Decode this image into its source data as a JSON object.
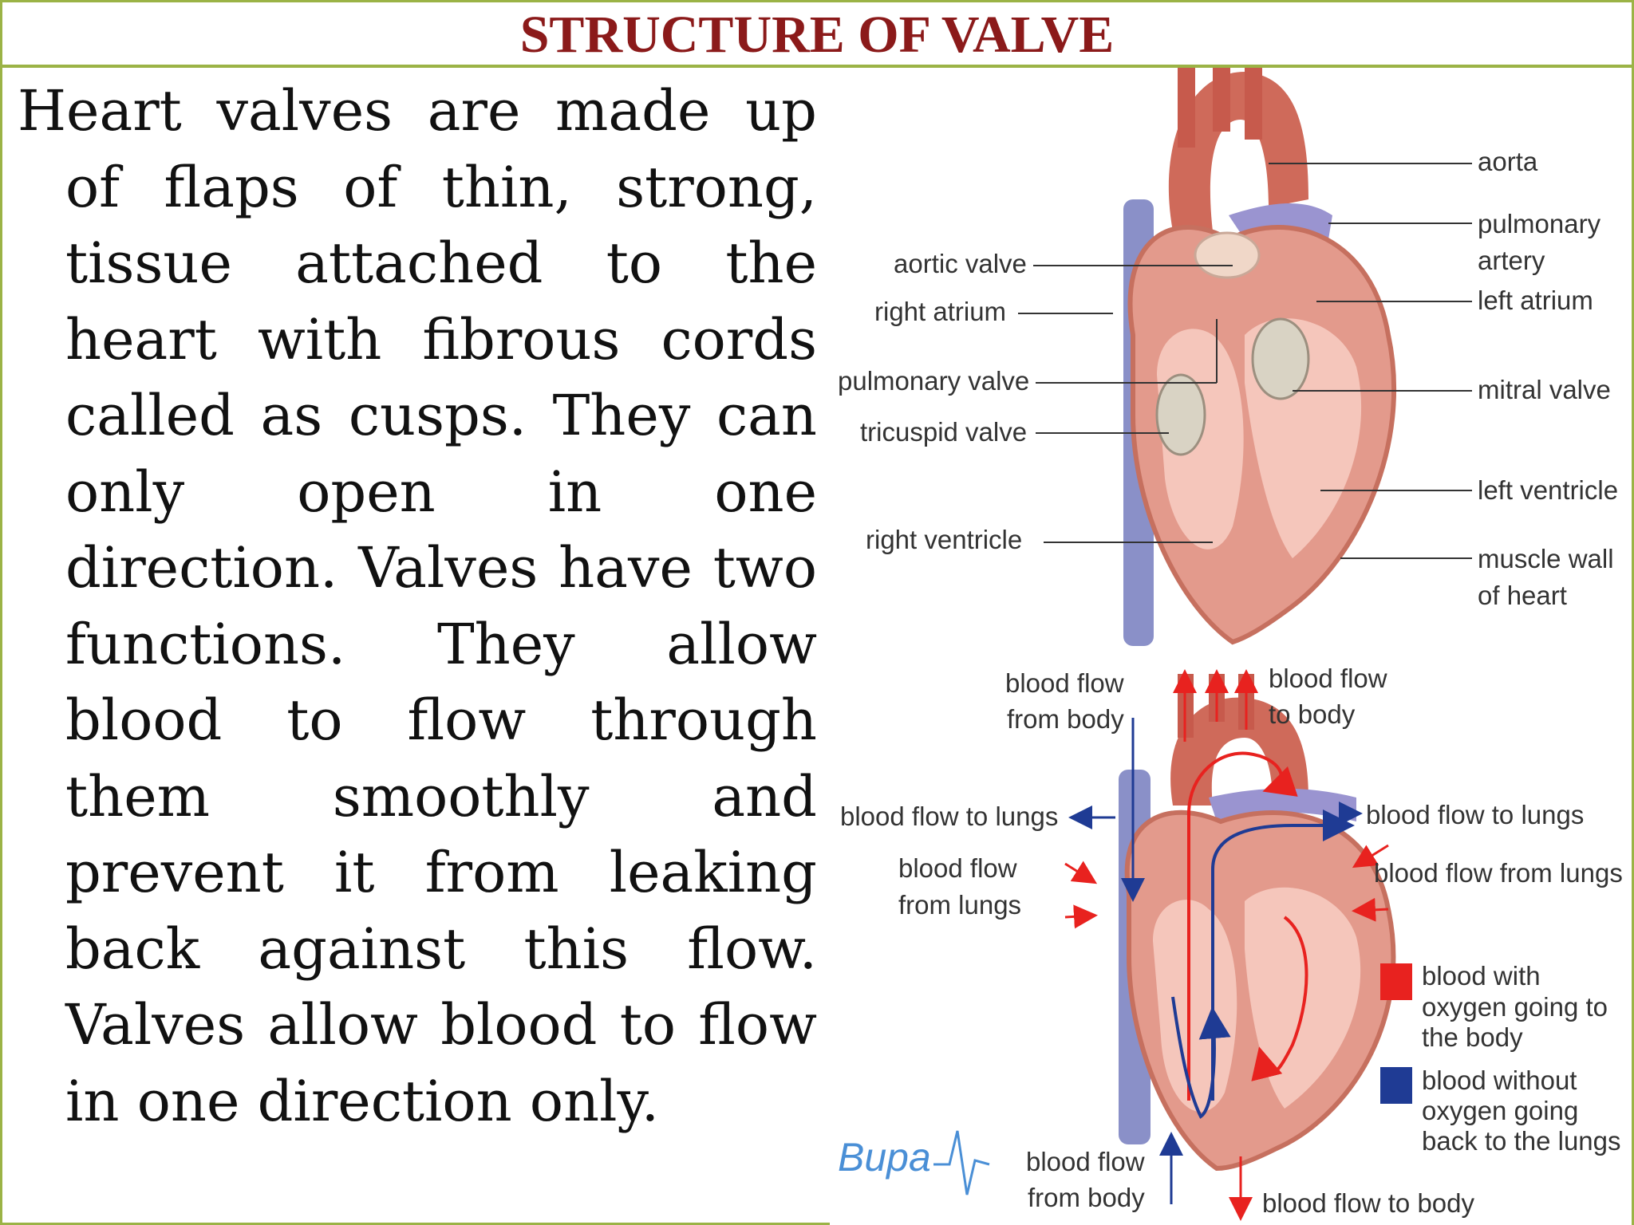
{
  "slide": {
    "title": "STRUCTURE OF VALVE",
    "body": "Heart valves are made up of flaps of thin, strong, tissue attached to the heart with fibrous cords called as cusps. They can only open in one direction. Valves have two functions. They allow blood to flow through them smoothly and prevent it from leaking back against this flow. Valves allow blood to flow in one direction only."
  },
  "diagram_top": {
    "labels": {
      "aorta": "aorta",
      "pulmonary_artery_1": "pulmonary",
      "pulmonary_artery_2": "artery",
      "left_atrium": "left atrium",
      "mitral_valve": "mitral valve",
      "left_ventricle": "left ventricle",
      "muscle_wall_1": "muscle wall",
      "muscle_wall_2": "of heart",
      "aortic_valve": "aortic valve",
      "right_atrium": "right atrium",
      "pulmonary_valve": "pulmonary valve",
      "tricuspid_valve": "tricuspid valve",
      "right_ventricle": "right ventricle"
    }
  },
  "diagram_bottom": {
    "labels": {
      "from_body_top_1": "blood flow",
      "from_body_top_2": "from body",
      "to_body_top_1": "blood flow",
      "to_body_top_2": "to body",
      "to_lungs_left": "blood flow to lungs",
      "to_lungs_right": "blood flow to lungs",
      "from_lungs_left_1": "blood flow",
      "from_lungs_left_2": "from lungs",
      "from_lungs_right": "blood flow from lungs",
      "from_body_bottom_1": "blood flow",
      "from_body_bottom_2": "from body",
      "to_body_bottom": "blood flow to body"
    },
    "legend": [
      {
        "color": "#e8221f",
        "lines": [
          "blood with",
          "oxygen going to",
          "the body"
        ]
      },
      {
        "color": "#1f3b94",
        "lines": [
          "blood without",
          "oxygen going",
          "back to the lungs"
        ]
      }
    ],
    "brand": "Bupa"
  },
  "colors": {
    "title": "#8b1a1a",
    "frame": "#9bb346",
    "oxygenated": "#e8221f",
    "deoxygenated": "#1f3b94"
  }
}
